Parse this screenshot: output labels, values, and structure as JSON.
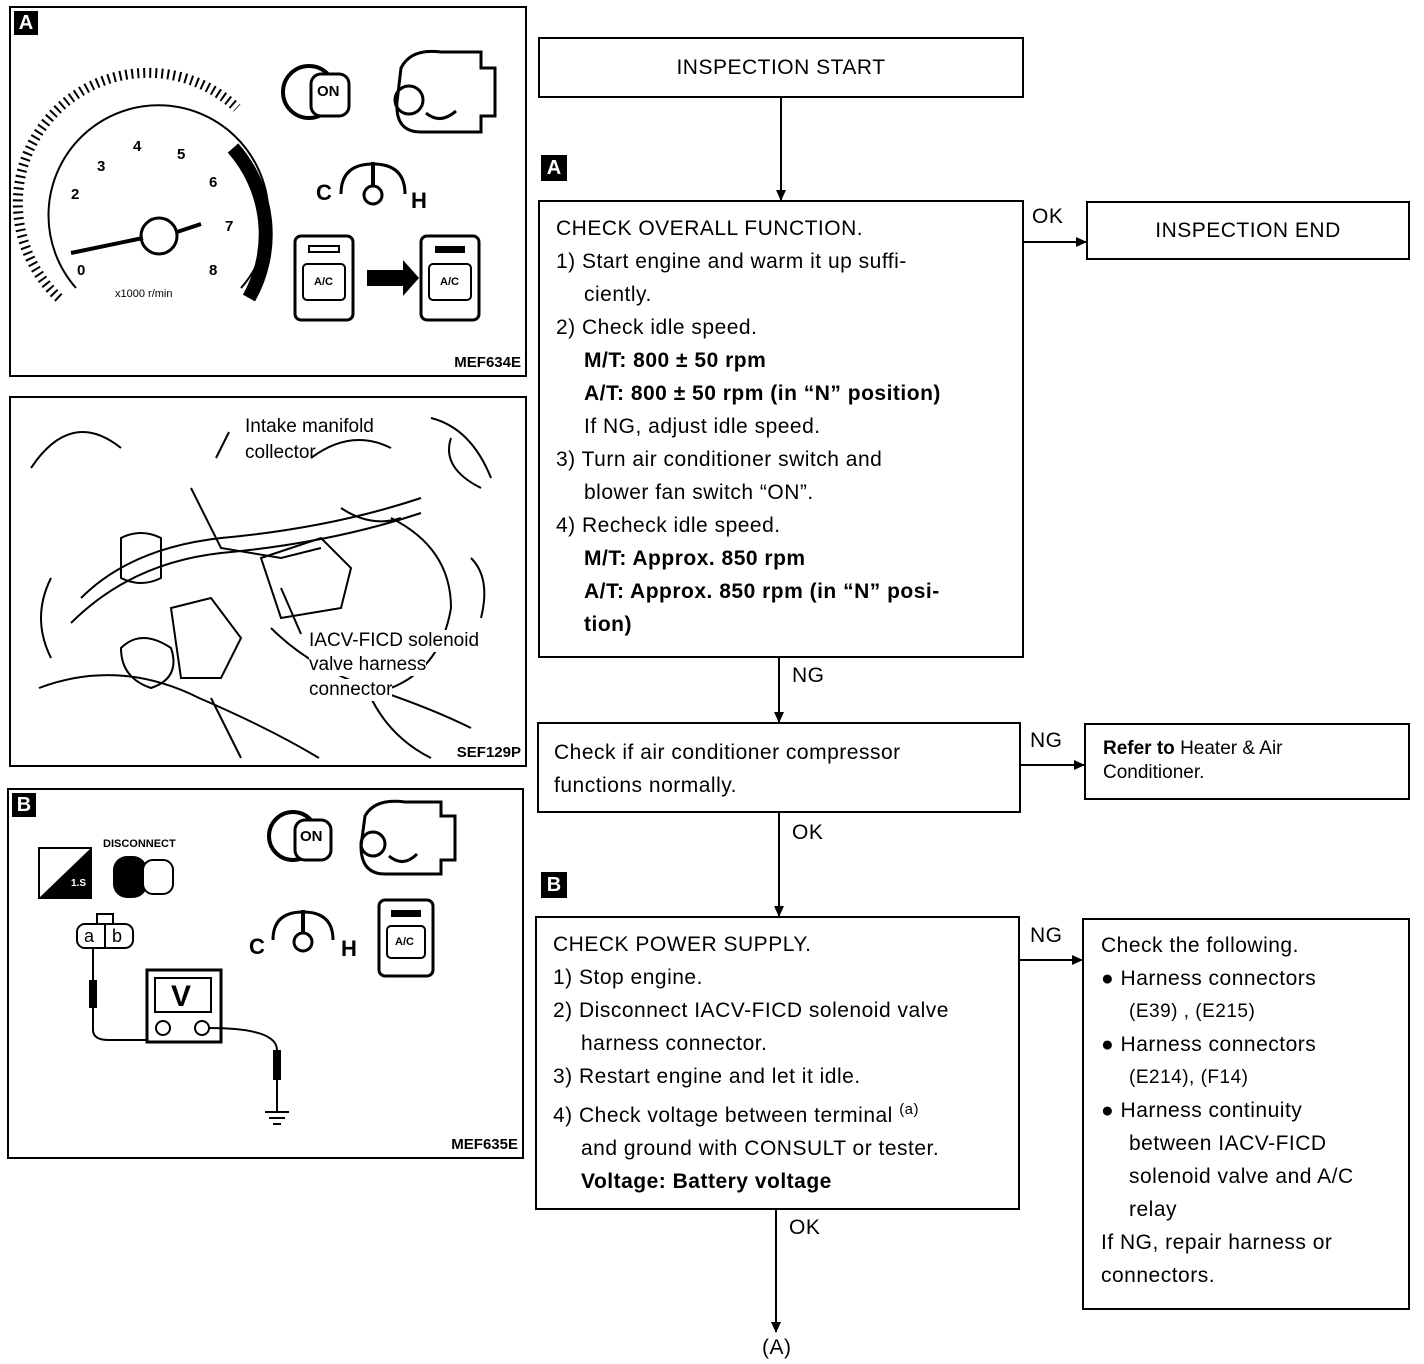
{
  "flowchart": {
    "start": "INSPECTION START",
    "end": "INSPECTION END",
    "step_a_tag": "A",
    "step_b_tag": "B",
    "step_a": {
      "title": "CHECK OVERALL FUNCTION.",
      "s1a": "1) Start engine and warm it up suffi-",
      "s1b": "ciently.",
      "s2": "2) Check idle speed.",
      "s2_mt": "M/T: 800 ± 50 rpm",
      "s2_at": "A/T: 800 ± 50 rpm (in “N” position)",
      "s2_ng": "If NG, adjust idle speed.",
      "s3a": "3) Turn air conditioner switch and",
      "s3b": "blower fan switch “ON”.",
      "s4": "4) Recheck idle speed.",
      "s4_mt": "M/T: Approx. 850 rpm",
      "s4_at_a": "A/T: Approx. 850 rpm (in “N” posi-",
      "s4_at_b": "tion)"
    },
    "compressor_check": {
      "line1": "Check if air conditioner compressor",
      "line2": "functions normally."
    },
    "refer": {
      "bold": "Refer to",
      "rest1": " Heater & Air",
      "rest2": "Conditioner."
    },
    "step_b": {
      "title": "CHECK POWER SUPPLY.",
      "s1": "1) Stop engine.",
      "s2a": "2) Disconnect IACV-FICD solenoid valve",
      "s2b": "harness connector.",
      "s3": "3) Restart engine and let it idle.",
      "s4a": "4) Check voltage between terminal",
      "s4a_term": "(a)",
      "s4b": "and ground with CONSULT or tester.",
      "s4c": "Voltage: Battery voltage"
    },
    "check_following": {
      "title": "Check the following.",
      "b1": "Harness connectors",
      "b1c": "(E39) , (E215)",
      "b2": "Harness connectors",
      "b2c": "(E214), (F14)",
      "b3a": "Harness continuity",
      "b3b": "between IACV-FICD",
      "b3c": "solenoid valve and A/C",
      "b3d": "relay",
      "ng1": "If NG, repair harness or",
      "ng2": "connectors."
    },
    "labels": {
      "ok1": "OK",
      "ng1": "NG",
      "ng2": "NG",
      "ok2": "OK",
      "ng3": "NG",
      "ok3": "OK",
      "continue": "(A)"
    }
  },
  "panels": {
    "a": {
      "tag": "A",
      "code": "MEF634E",
      "tach_unit": "x1000 r/min",
      "ticks": [
        "0",
        "2",
        "3",
        "4",
        "5",
        "6",
        "7",
        "8"
      ],
      "on": "ON",
      "c": "C",
      "h": "H",
      "ac": "A/C"
    },
    "photo": {
      "label1": "Intake manifold",
      "label2": "collector",
      "label3": "IACV-FICD solenoid",
      "label4": "valve harness",
      "label5": "connector",
      "code": "SEF129P"
    },
    "b": {
      "tag": "B",
      "code": "MEF635E",
      "disconnect": "DISCONNECT",
      "term_a": "a",
      "term_b": "b",
      "meter": "V",
      "on": "ON",
      "c": "C",
      "h": "H",
      "ac": "A/C",
      "onekey": "1.S"
    }
  }
}
